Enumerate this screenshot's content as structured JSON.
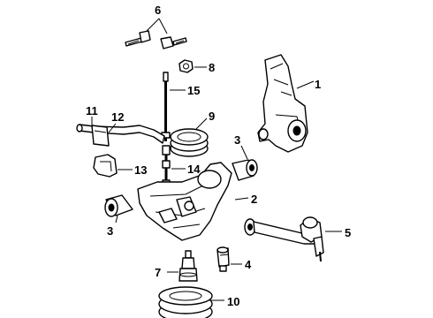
{
  "callouts": {
    "c1": "1",
    "c2": "2",
    "c3a": "3",
    "c3b": "3",
    "c4": "4",
    "c5": "5",
    "c6": "6",
    "c7": "7",
    "c8": "8",
    "c9": "9",
    "c10": "10",
    "c11": "11",
    "c12": "12",
    "c13": "13",
    "c14": "14",
    "c15": "15"
  },
  "colors": {
    "line": "#000000",
    "background": "#ffffff",
    "shade": "#cfcfcf"
  }
}
